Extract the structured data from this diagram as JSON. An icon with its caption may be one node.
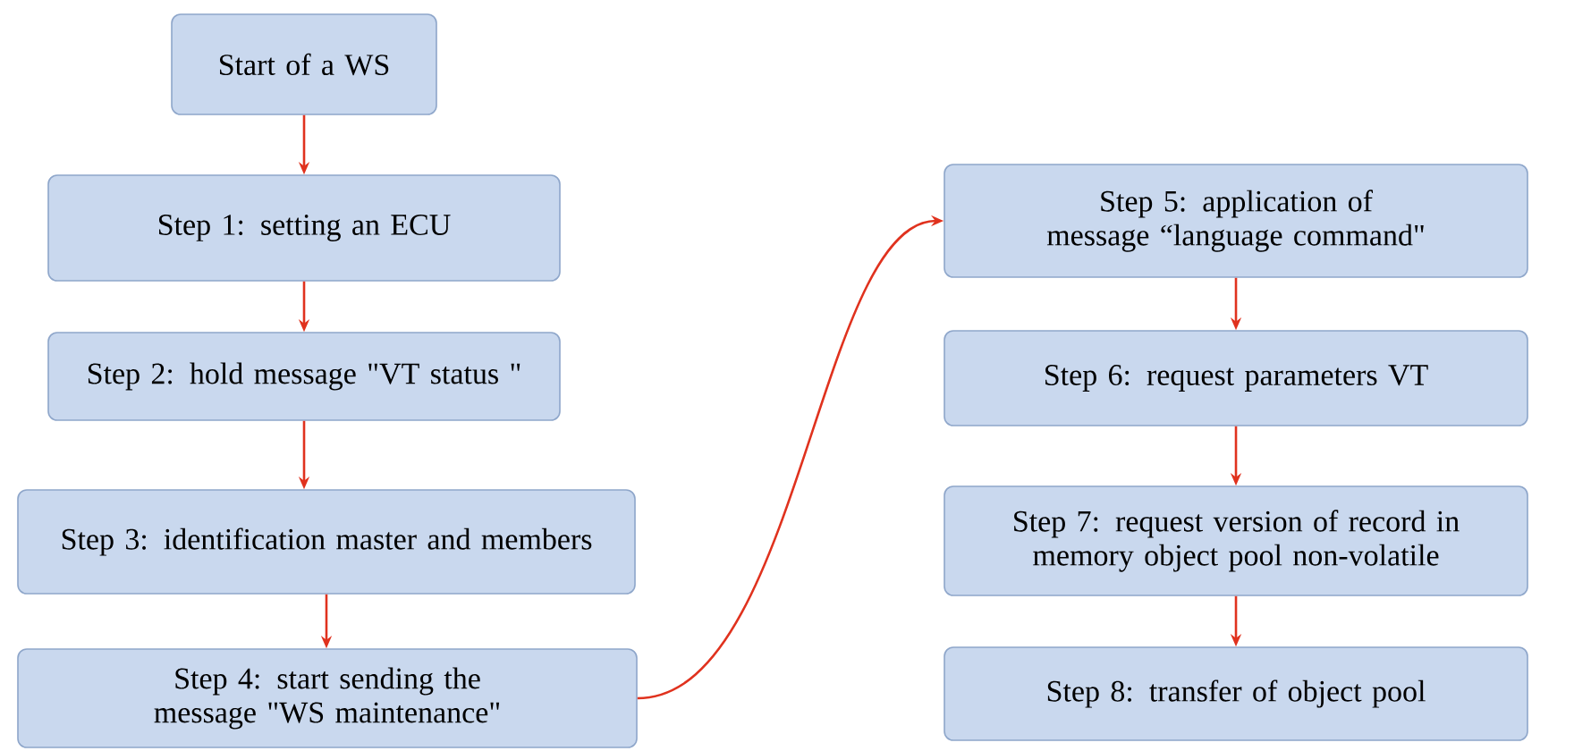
{
  "diagram": {
    "nodes": [
      {
        "text": [
          "Start of a WS"
        ]
      },
      {
        "text": [
          "Step 1: setting an ECU"
        ]
      },
      {
        "text": [
          "Step 2: hold message \"VT status \""
        ]
      },
      {
        "text": [
          "Step 3: identification master and members"
        ]
      },
      {
        "text": [
          "Step 4: start sending the message \"WS maintenance\""
        ]
      },
      {
        "text": [
          "Step 5: application of message “language command\""
        ]
      },
      {
        "text": [
          "Step 6: request parameters VT"
        ]
      },
      {
        "text": [
          "Step 7: request version of record in memory object pool non-volatile"
        ]
      },
      {
        "text": [
          "Step 8: transfer of object pool"
        ]
      }
    ],
    "edges": [
      {
        "from": 0,
        "to": 1,
        "arrow": "to"
      },
      {
        "from": 1,
        "to": 2,
        "arrow": "to"
      },
      {
        "from": 2,
        "to": 3,
        "arrow": "to"
      },
      {
        "from": 3,
        "to": 4,
        "arrow": "to"
      },
      {
        "from": 4,
        "to": 5,
        "arrow": "to"
      },
      {
        "from": 5,
        "to": 6,
        "arrow": "to"
      },
      {
        "from": 6,
        "to": 7,
        "arrow": "to"
      },
      {
        "from": 7,
        "to": 8,
        "arrow": "to"
      }
    ]
  }
}
